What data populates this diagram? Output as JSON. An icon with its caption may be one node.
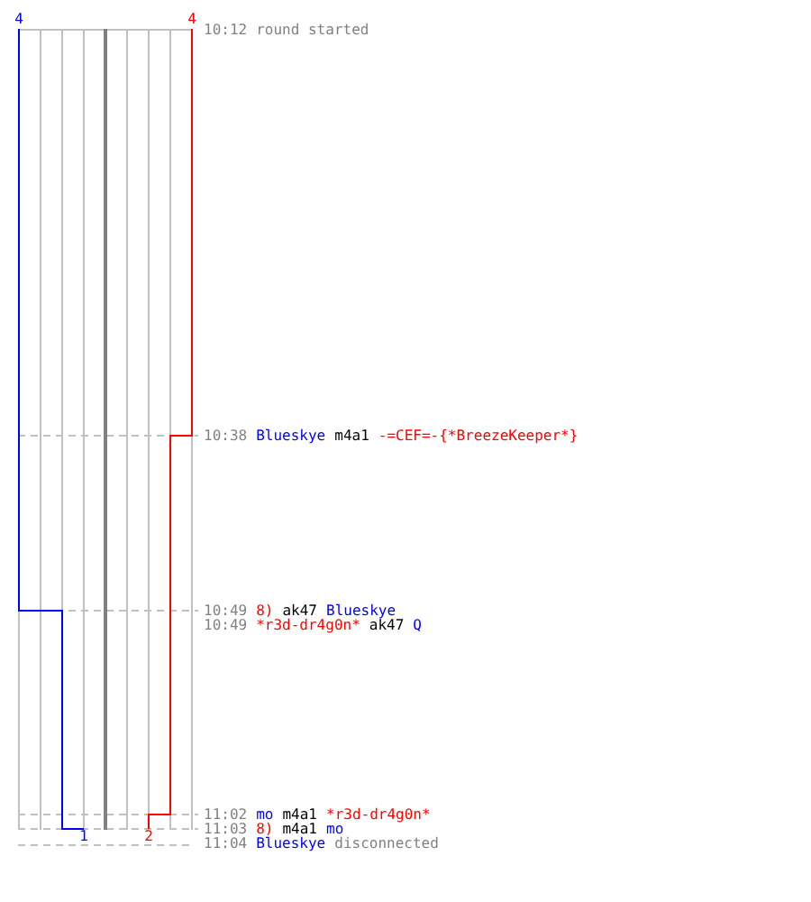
{
  "diagram": {
    "labels": [
      "4",
      "4",
      "10:12",
      "round started",
      "10:38",
      "Blueskye",
      "m4a1",
      "-=CEF=-{*BreezeKeeper*}",
      "10:49",
      "8)",
      "ak47",
      "Blueskye",
      "10:49",
      "*r3d-dr4g0n*",
      "ak47",
      "Q",
      "11:02",
      "mo",
      "m4a1",
      "*r3d-dr4g0n*",
      "11:03",
      "8)",
      "m4a1",
      "mo",
      "1",
      "2",
      "11:04",
      "Blueskye",
      "disconnected"
    ]
  }
}
